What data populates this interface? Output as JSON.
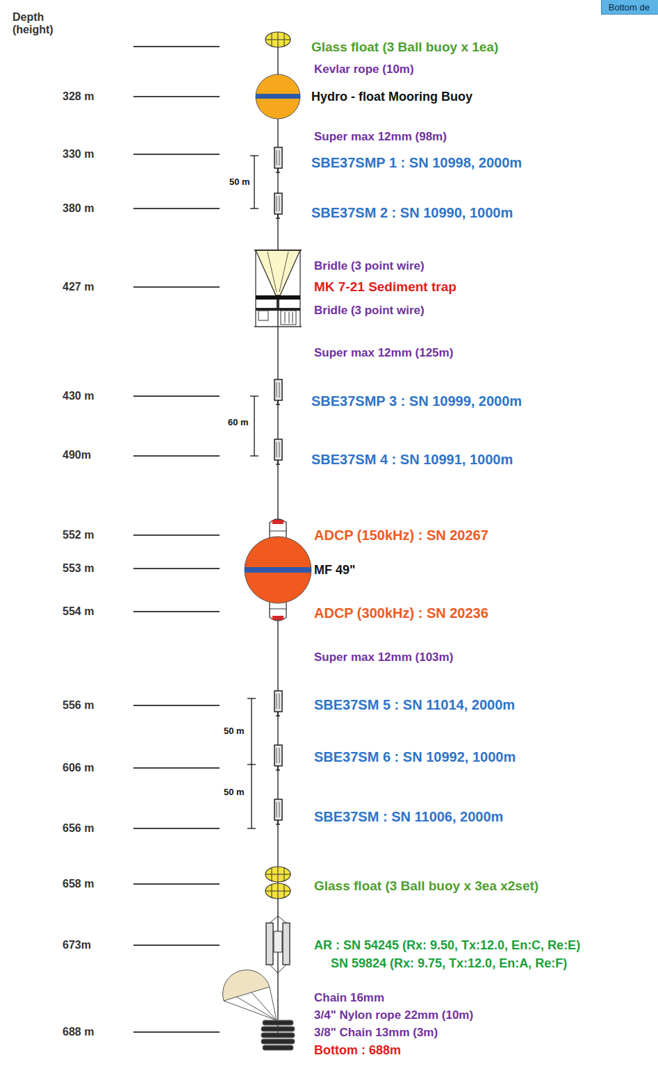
{
  "diagram": {
    "nodes": [
      {
        "text": [
          "Bottom de"
        ]
      }
    ],
    "labels": [
      "Depth (height)",
      "Glass float (3 Ball buoy x 1ea)",
      "Kevlar rope (10m)",
      "328 m",
      "Hydro - float Mooring Buoy",
      "Super max 12mm (98m)",
      "330 m",
      "SBE37SMP 1 : SN 10998, 2000m",
      "50 m",
      "380 m",
      "SBE37SM 2 : SN 10990, 1000m",
      "Bridle (3 point wire)",
      "427 m",
      "MK 7-21 Sediment trap",
      "Bridle (3 point wire)",
      "Super max 12mm (125m)",
      "430 m",
      "SBE37SMP 3 : SN 10999, 2000m",
      "60 m",
      "490m",
      "SBE37SM 4 : SN 10991, 1000m",
      "552 m",
      "ADCP (150kHz) : SN 20267",
      "553 m",
      "MF 49\"",
      "554 m",
      "ADCP (300kHz) : SN 20236",
      "Super max 12mm (103m)",
      "556 m",
      "SBE37SM 5 : SN 11014, 2000m",
      "50 m",
      "606 m",
      "SBE37SM 6 : SN 10992, 1000m",
      "50 m",
      "SBE37SM  : SN 11006, 2000m",
      "656 m",
      "658 m",
      "Glass float (3 Ball buoy x 3ea x2set)",
      "673m",
      "AR : SN 54245 (Rx: 9.50, Tx:12.0, En:C, Re:E)",
      "SN 59824 (Rx: 9.75, Tx:12.0, En:A, Re:F)",
      "Chain 16mm",
      "3/4\" Nylon rope 22mm (10m)",
      "3/8\" Chain 13mm (3m)",
      "688 m",
      "Bottom : 688m"
    ]
  }
}
